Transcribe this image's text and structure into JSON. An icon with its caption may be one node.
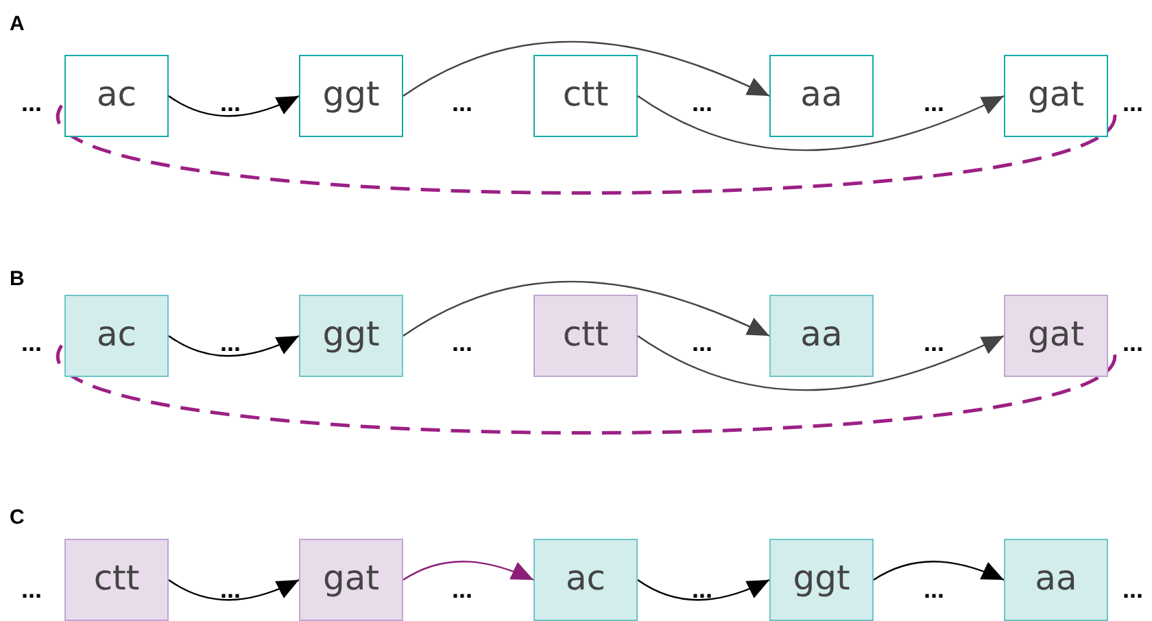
{
  "diagram": {
    "nodes": [
      {
        "text": [
          "ac"
        ]
      },
      {
        "text": [
          "ggt"
        ]
      },
      {
        "text": [
          "ctt"
        ]
      },
      {
        "text": [
          "aa"
        ]
      },
      {
        "text": [
          "gat"
        ]
      },
      {
        "text": [
          "ac"
        ]
      },
      {
        "text": [
          "ggt"
        ]
      },
      {
        "text": [
          "ctt"
        ]
      },
      {
        "text": [
          "aa"
        ]
      },
      {
        "text": [
          "gat"
        ]
      },
      {
        "text": [
          "ctt"
        ]
      },
      {
        "text": [
          "gat"
        ]
      },
      {
        "text": [
          "ac"
        ]
      },
      {
        "text": [
          "ggt"
        ]
      },
      {
        "text": [
          "aa"
        ]
      }
    ],
    "edges": [
      {
        "from": 0,
        "to": 1,
        "arrow": "to"
      },
      {
        "from": 1,
        "to": 3,
        "arrow": "to",
        "color": "#444444"
      },
      {
        "from": 2,
        "to": 4,
        "arrow": "to",
        "color": "#444444"
      },
      {
        "from": 0,
        "to": 4,
        "arrow": "none",
        "style": "dashed",
        "color": "#9c2084"
      },
      {
        "from": 5,
        "to": 6,
        "arrow": "to"
      },
      {
        "from": 6,
        "to": 8,
        "arrow": "to",
        "color": "#444444"
      },
      {
        "from": 7,
        "to": 9,
        "arrow": "to",
        "color": "#444444"
      },
      {
        "from": 5,
        "to": 9,
        "arrow": "none",
        "style": "dashed",
        "color": "#9c2084"
      },
      {
        "from": 10,
        "to": 11,
        "arrow": "to"
      },
      {
        "from": 11,
        "to": 12,
        "arrow": "to",
        "color": "#8c1f78"
      },
      {
        "from": 12,
        "to": 13,
        "arrow": "to"
      },
      {
        "from": 13,
        "to": 14,
        "arrow": "to"
      }
    ],
    "labels": [
      "A",
      "...",
      "...",
      "...",
      "...",
      "...",
      "...",
      "B",
      "...",
      "...",
      "...",
      "...",
      "...",
      "...",
      "C",
      "...",
      "...",
      "...",
      "...",
      "...",
      "..."
    ]
  }
}
